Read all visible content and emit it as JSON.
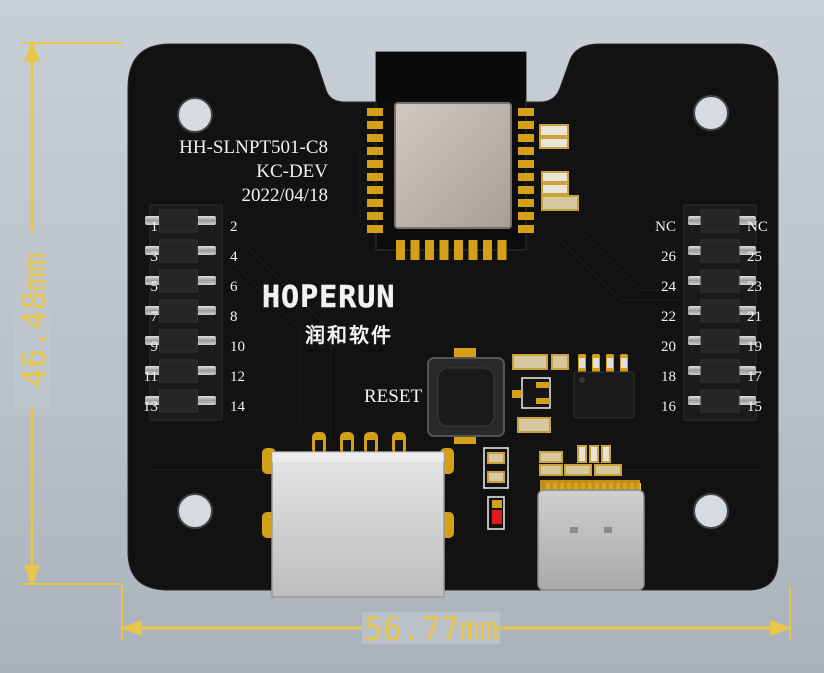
{
  "board": {
    "line1": "HH-SLNPT501-C8",
    "line2": "KC-DEV",
    "line3": "2022/04/18",
    "brand": "HOPERUN",
    "brand_cn": "润和软件",
    "reset_label": "RESET"
  },
  "left_header": {
    "odd": [
      "1",
      "3",
      "5",
      "7",
      "9",
      "11",
      "13"
    ],
    "even": [
      "2",
      "4",
      "6",
      "8",
      "10",
      "12",
      "14"
    ]
  },
  "right_header": {
    "left_col": [
      "NC",
      "26",
      "24",
      "22",
      "20",
      "18",
      "16"
    ],
    "right_col": [
      "NC",
      "25",
      "23",
      "21",
      "19",
      "17",
      "15"
    ]
  },
  "dimensions": {
    "height": "46.48mm",
    "width": "56.77mm"
  },
  "colors": {
    "pcb": "#111111",
    "silkscreen": "#f2f2f2",
    "gold": "#d4a017",
    "dimension": "#e8c64a",
    "background": "#c0c6cd"
  }
}
